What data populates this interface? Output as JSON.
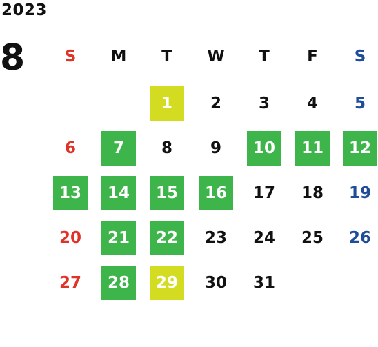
{
  "calendar": {
    "year": "2023",
    "month": "8",
    "weekdays": [
      "S",
      "M",
      "T",
      "W",
      "T",
      "F",
      "S"
    ],
    "first_weekday_index": 2,
    "days": [
      {
        "label": "1",
        "highlight": "yellow"
      },
      {
        "label": "2",
        "highlight": "none"
      },
      {
        "label": "3",
        "highlight": "none"
      },
      {
        "label": "4",
        "highlight": "none"
      },
      {
        "label": "5",
        "highlight": "none"
      },
      {
        "label": "6",
        "highlight": "none"
      },
      {
        "label": "7",
        "highlight": "green"
      },
      {
        "label": "8",
        "highlight": "none"
      },
      {
        "label": "9",
        "highlight": "none"
      },
      {
        "label": "10",
        "highlight": "green"
      },
      {
        "label": "11",
        "highlight": "green"
      },
      {
        "label": "12",
        "highlight": "green"
      },
      {
        "label": "13",
        "highlight": "green"
      },
      {
        "label": "14",
        "highlight": "green"
      },
      {
        "label": "15",
        "highlight": "green"
      },
      {
        "label": "16",
        "highlight": "green"
      },
      {
        "label": "17",
        "highlight": "none"
      },
      {
        "label": "18",
        "highlight": "none"
      },
      {
        "label": "19",
        "highlight": "none"
      },
      {
        "label": "20",
        "highlight": "none"
      },
      {
        "label": "21",
        "highlight": "green"
      },
      {
        "label": "22",
        "highlight": "green"
      },
      {
        "label": "23",
        "highlight": "none"
      },
      {
        "label": "24",
        "highlight": "none"
      },
      {
        "label": "25",
        "highlight": "none"
      },
      {
        "label": "26",
        "highlight": "none"
      },
      {
        "label": "27",
        "highlight": "none"
      },
      {
        "label": "28",
        "highlight": "green"
      },
      {
        "label": "29",
        "highlight": "yellow"
      },
      {
        "label": "30",
        "highlight": "none"
      },
      {
        "label": "31",
        "highlight": "none"
      }
    ]
  },
  "colors": {
    "sunday": "#e03328",
    "saturday": "#1f4d9a",
    "weekday": "#111111",
    "green": "#3db54a",
    "yellow": "#d4dc22"
  }
}
